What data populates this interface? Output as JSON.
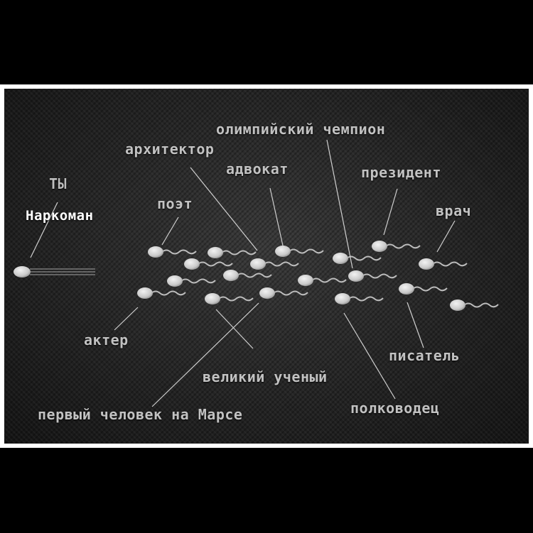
{
  "labels": {
    "ty": "ТЫ",
    "narkoman": "Наркоман",
    "poet": "поэт",
    "architect": "архитектор",
    "lawyer": "адвокат",
    "olympic": "олимпийский чемпион",
    "president": "президент",
    "doctor": "врач",
    "actor": "актер",
    "scientist": "великий ученый",
    "first_mars": "первый человек на Марсе",
    "commander": "полководец",
    "writer": "писатель"
  },
  "colors": {
    "background": "#000000",
    "frame": "#ffffff",
    "panel": "#232323",
    "label_text": "#c2c2c2",
    "narkoman_text": "#ffffff",
    "sperm": "#cfcfcf"
  }
}
